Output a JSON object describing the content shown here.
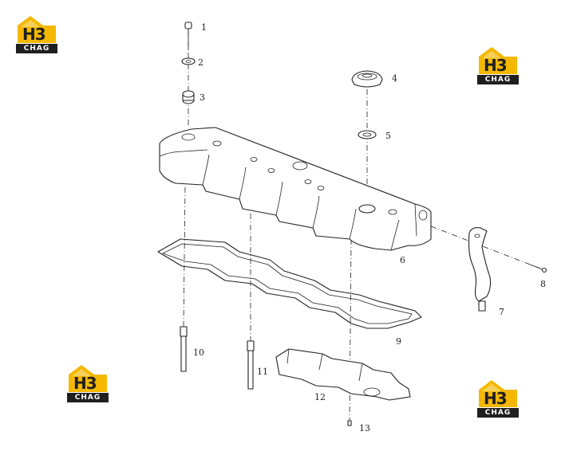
{
  "brand": {
    "logo_main": "H3",
    "logo_sub": "CHAG",
    "colors": {
      "yellow": "#f5b800",
      "dark": "#1f1f1f"
    }
  },
  "callouts": [
    {
      "id": "1",
      "text": "1"
    },
    {
      "id": "2",
      "text": "2"
    },
    {
      "id": "3",
      "text": "3"
    },
    {
      "id": "4",
      "text": "4"
    },
    {
      "id": "5",
      "text": "5"
    },
    {
      "id": "6",
      "text": "6"
    },
    {
      "id": "7",
      "text": "7"
    },
    {
      "id": "8",
      "text": "8"
    },
    {
      "id": "9",
      "text": "9"
    },
    {
      "id": "10",
      "text": "10"
    },
    {
      "id": "11",
      "text": "11"
    },
    {
      "id": "12",
      "text": "12"
    },
    {
      "id": "13",
      "text": "13"
    }
  ]
}
